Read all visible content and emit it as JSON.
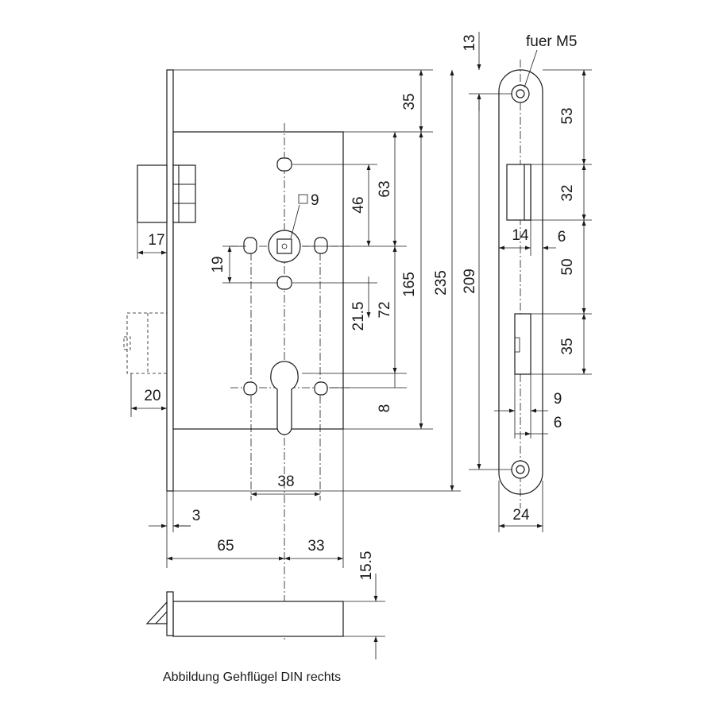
{
  "caption": "Abbildung Gehflügel DIN rechts",
  "labels": {
    "d35_top": "35",
    "d63": "63",
    "d46": "46",
    "square9": "9",
    "d19": "19",
    "d165": "165",
    "d21_5": "21.5",
    "d72": "72",
    "d8": "8",
    "d235": "235",
    "d17": "17",
    "d20": "20",
    "d38": "38",
    "d3": "3",
    "d65": "65",
    "d33": "33",
    "d15_5": "15.5",
    "d13": "13",
    "screw_note": "fuer M5",
    "d209": "209",
    "d53": "53",
    "d32": "32",
    "d14": "14",
    "d6_upper": "6",
    "d50": "50",
    "d35_plate": "35",
    "d9": "9",
    "d6_lower": "6",
    "d24": "24"
  }
}
